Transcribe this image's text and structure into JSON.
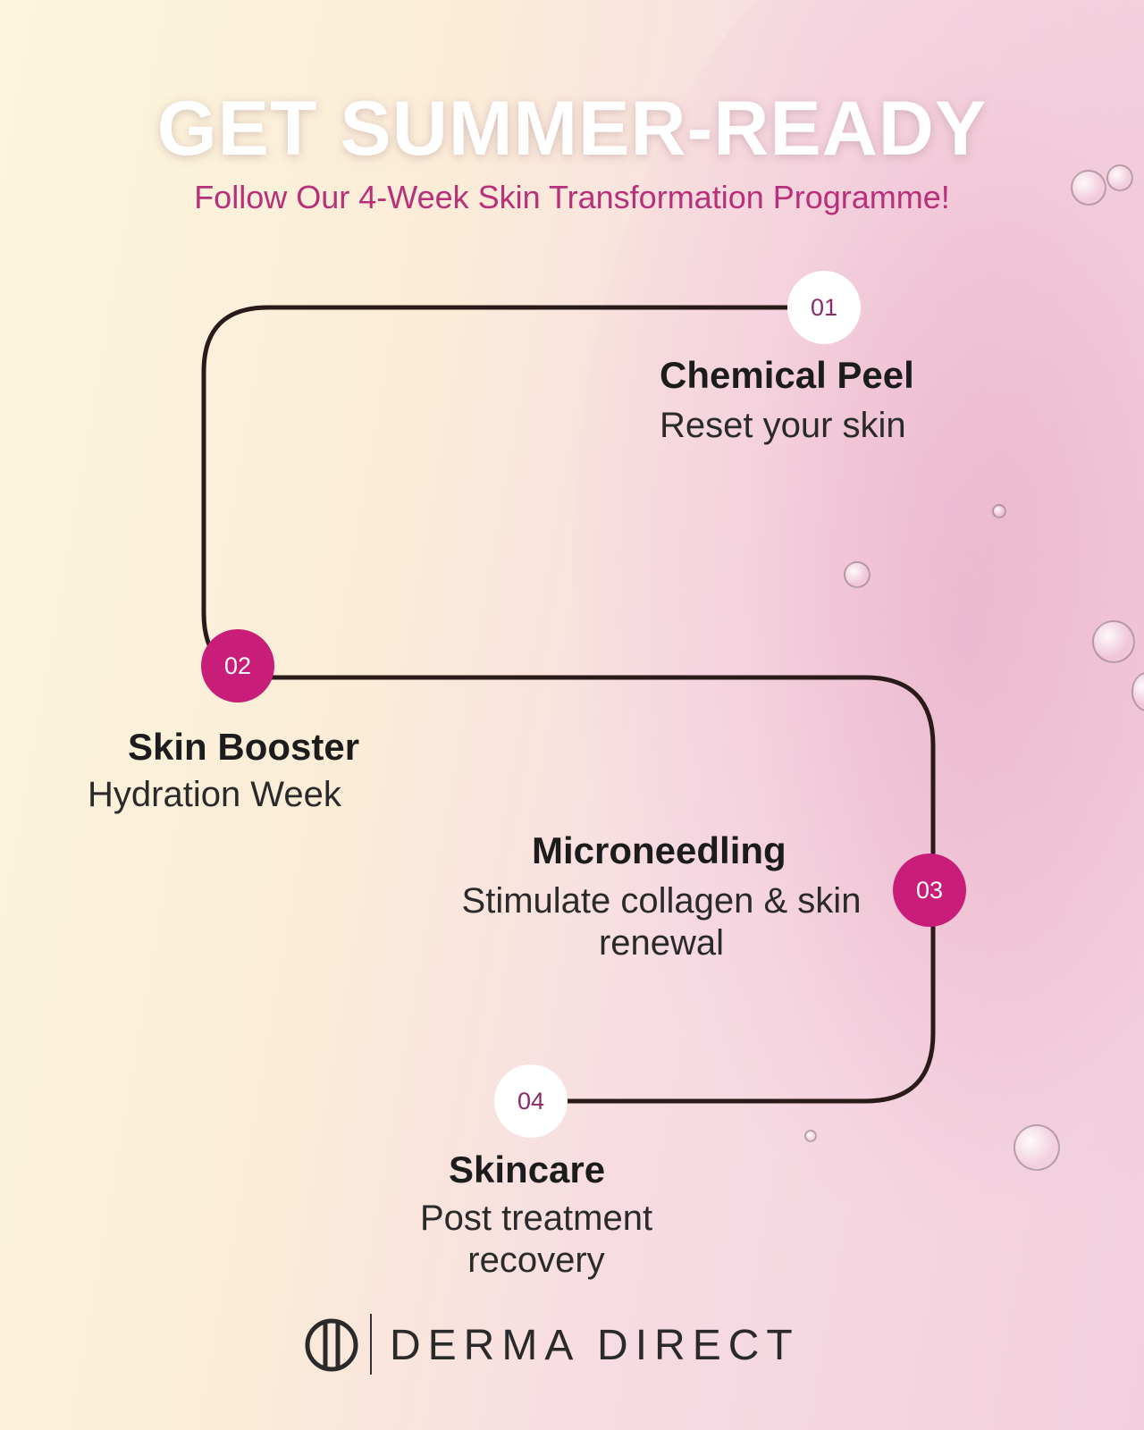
{
  "header": {
    "title": "GET SUMMER-READY",
    "subtitle": "Follow Our 4-Week Skin Transformation Programme!"
  },
  "steps": [
    {
      "number": "01",
      "title": "Chemical Peel",
      "subtitle": "Reset your skin"
    },
    {
      "number": "02",
      "title": "Skin Booster",
      "subtitle": "Hydration Week"
    },
    {
      "number": "03",
      "title": "Microneedling",
      "subtitle": "Stimulate collagen & skin renewal"
    },
    {
      "number": "04",
      "title": "Skincare",
      "subtitle": "Post treatment recovery"
    }
  ],
  "brand": {
    "name": "DERMA DIRECT",
    "logo_icon": "derma-direct-logo-icon"
  },
  "colors": {
    "accent": "#c81d78",
    "subtitle_text": "#b8307a",
    "path_line": "#2a1a1a"
  }
}
